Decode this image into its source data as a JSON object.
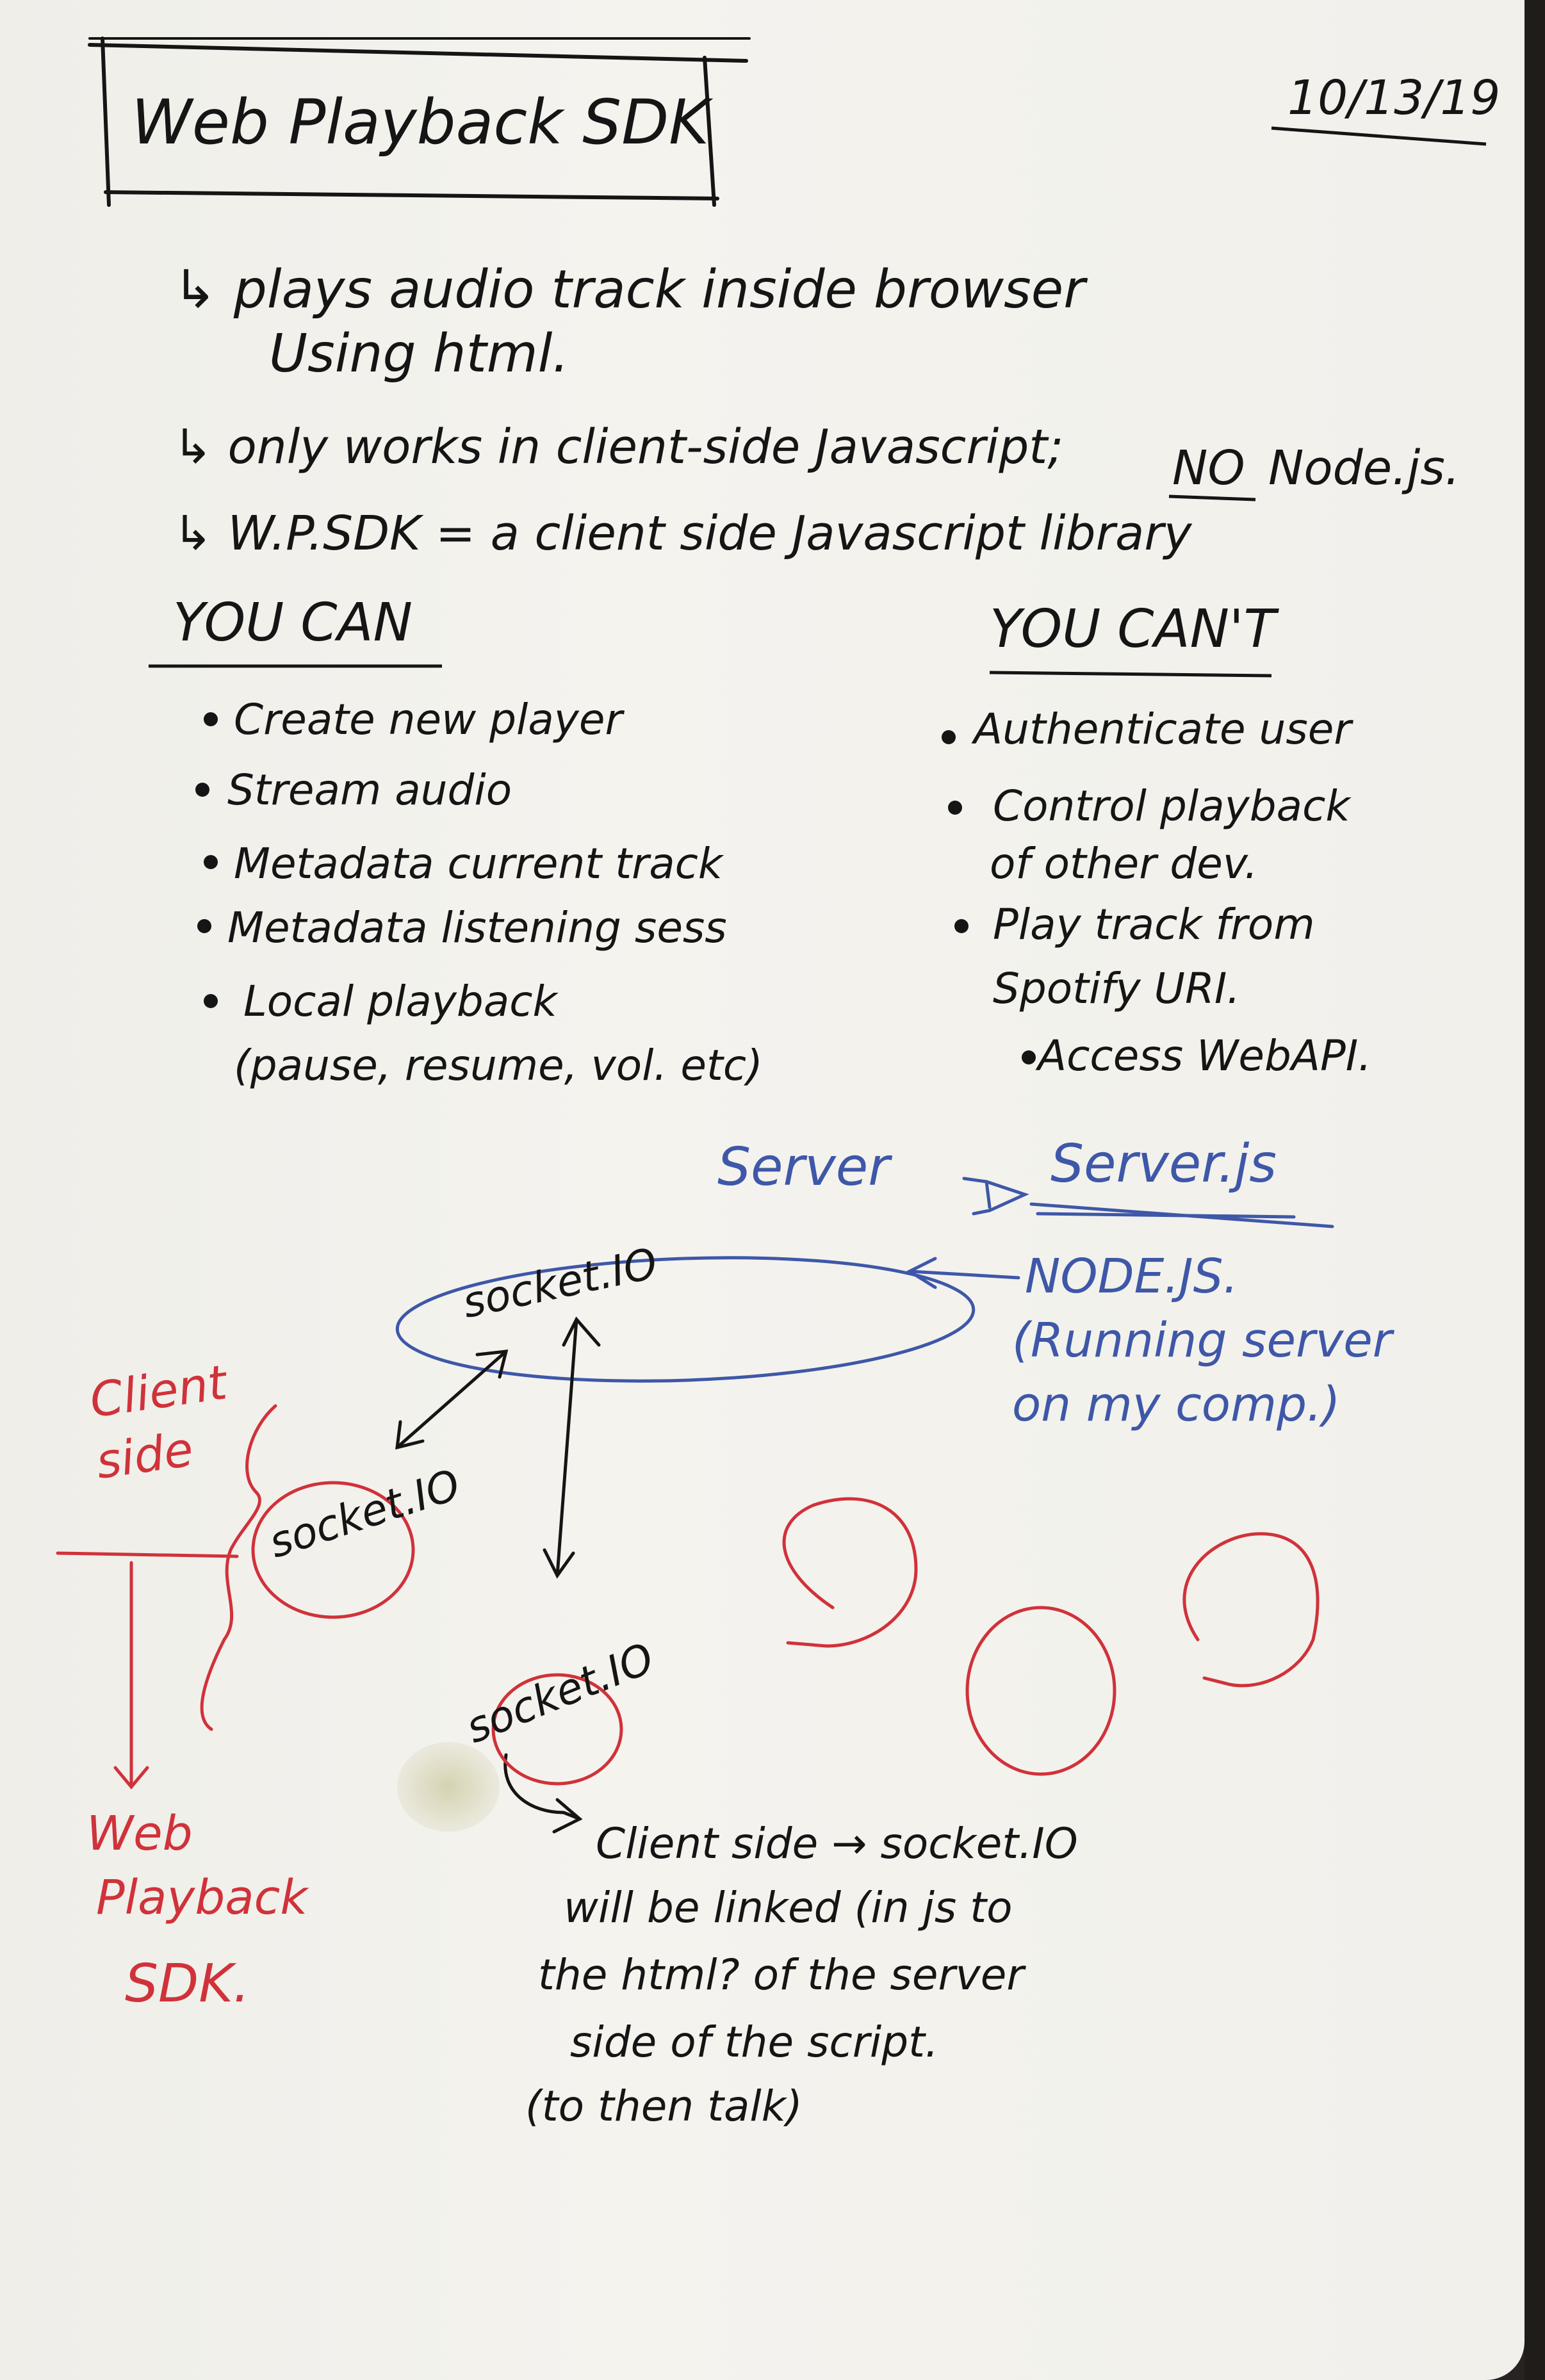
{
  "header": {
    "title": "Web Playback SDK",
    "date": "10/13/19"
  },
  "intro": [
    "↳ plays audio track inside browser",
    "Using html.",
    "↳ only works in client-side Javascript;",
    "NO",
    "Node.js.",
    "↳ W.P.SDK = a client side Javascript library"
  ],
  "you_can": {
    "heading": "YOU CAN",
    "items": [
      "Create new player",
      "Stream audio",
      "Metadata current track",
      "Metadata listening sess",
      "Local playback",
      "(pause, resume, vol. etc)"
    ]
  },
  "you_cant": {
    "heading": "YOU CAN'T",
    "items": [
      "Authenticate user",
      "Control playback",
      "of other dev.",
      "Play track from",
      "Spotify URI.",
      "Access WebAPI."
    ]
  },
  "diagram": {
    "server_label": "Server",
    "server_file": "Server.js",
    "server_socket": "socket.IO",
    "node_note": [
      "NODE.JS.",
      "(Running server",
      "on my comp.)"
    ],
    "client_label": [
      "Client",
      "side"
    ],
    "client_socket_1": "socket.IO",
    "client_socket_2": "socket.IO",
    "sdk_label": [
      "Web",
      "Playback",
      "SDK."
    ],
    "client_note": [
      "Client side → socket.IO",
      "will be linked (in js to",
      "the html? of the server",
      "side of the script.",
      "(to then talk)"
    ]
  },
  "colors": {
    "ink_black": "#151515",
    "ink_blue": "#3e57a8",
    "ink_red": "#d0323a",
    "paper": "#f2f1ec"
  }
}
